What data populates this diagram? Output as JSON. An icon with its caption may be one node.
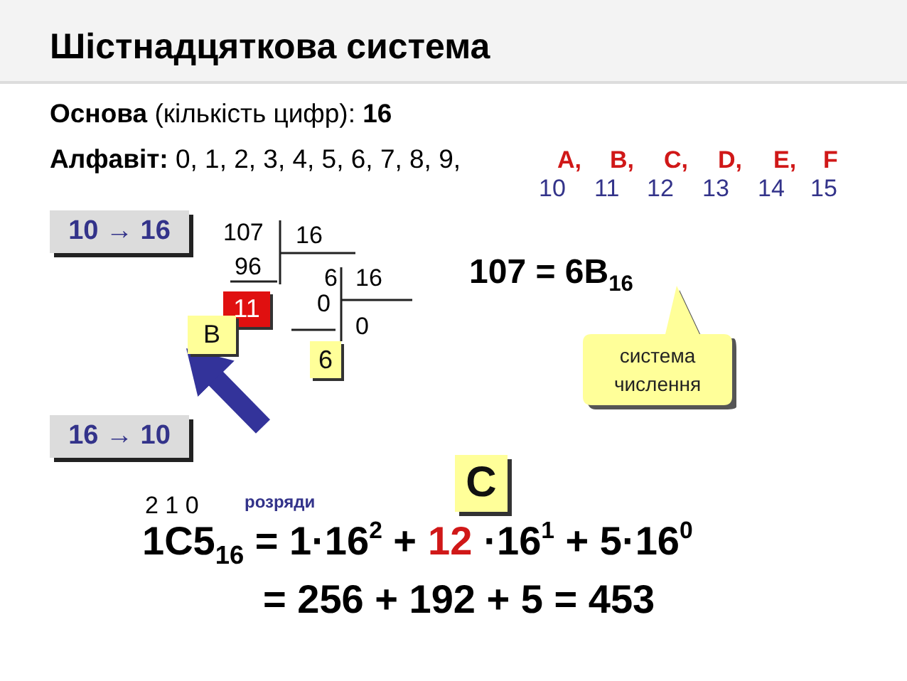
{
  "diagram": {
    "title": "Шістнадцяткова система",
    "nodes": [
      {
        "text": [
          "10 → 16"
        ]
      },
      {
        "text": [
          "11"
        ]
      },
      {
        "text": [
          "B"
        ]
      },
      {
        "text": [
          "6"
        ]
      },
      {
        "text": [
          "система числення"
        ]
      },
      {
        "text": [
          "16 → 10"
        ]
      },
      {
        "text": [
          "C"
        ]
      }
    ],
    "edges": [
      {
        "from": null,
        "to": 2,
        "arrow": "to"
      }
    ],
    "labels": [
      "**Основа** (кількість цифр): **16**",
      "**Алфавіт:** 0, 1, 2, 3, 4, 5, 6, 7, 8, 9,",
      "A,",
      "B,",
      "C,",
      "D,",
      "E,",
      "F",
      "10",
      "11",
      "12",
      "13",
      "14",
      "15",
      "107",
      "16",
      "96",
      "6",
      "16",
      "0",
      "0",
      "107 = 6B$_{16}$",
      "2 1 0",
      "розряди",
      "1C5$_{16}$ = 1·16$^{2}$ +",
      "12",
      "·16$^{1}$ + 5·16$^{0}$",
      "= 256 + 192 + 5 = 453"
    ]
  }
}
